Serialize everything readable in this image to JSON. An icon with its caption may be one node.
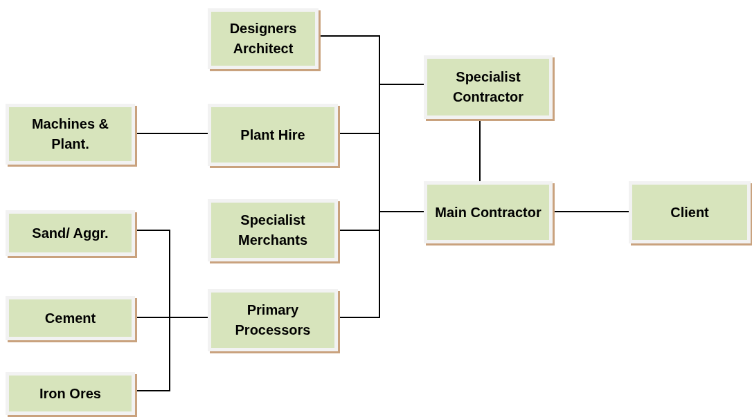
{
  "diagram": {
    "nodes": [
      {
        "text": [
          "Designers Architect"
        ]
      },
      {
        "text": [
          "Specialist Contractor"
        ]
      },
      {
        "text": [
          "Machines & Plant."
        ]
      },
      {
        "text": [
          "Plant Hire"
        ]
      },
      {
        "text": [
          "Main Contractor"
        ]
      },
      {
        "text": [
          "Client"
        ]
      },
      {
        "text": [
          "Specialist Merchants"
        ]
      },
      {
        "text": [
          "Sand/ Aggr."
        ]
      },
      {
        "text": [
          "Primary Processors"
        ]
      },
      {
        "text": [
          "Cement"
        ]
      },
      {
        "text": [
          "Iron Ores"
        ]
      }
    ],
    "edges": [
      {
        "from": 0,
        "to": 1,
        "arrow": "none"
      },
      {
        "from": 3,
        "to": 1,
        "arrow": "none"
      },
      {
        "from": 6,
        "to": 1,
        "arrow": "none"
      },
      {
        "from": 8,
        "to": 1,
        "arrow": "none"
      },
      {
        "from": 0,
        "to": 4,
        "arrow": "none"
      },
      {
        "from": 3,
        "to": 4,
        "arrow": "none"
      },
      {
        "from": 6,
        "to": 4,
        "arrow": "none"
      },
      {
        "from": 8,
        "to": 4,
        "arrow": "none"
      },
      {
        "from": 2,
        "to": 3,
        "arrow": "none"
      },
      {
        "from": 1,
        "to": 4,
        "arrow": "none"
      },
      {
        "from": 4,
        "to": 5,
        "arrow": "none"
      },
      {
        "from": 7,
        "to": 8,
        "arrow": "none"
      },
      {
        "from": 9,
        "to": 8,
        "arrow": "none"
      },
      {
        "from": 10,
        "to": 8,
        "arrow": "none"
      }
    ]
  }
}
